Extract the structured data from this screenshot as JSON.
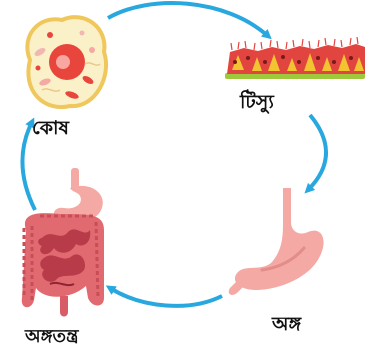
{
  "labels": {
    "cell": "কোষ",
    "tissue": "টিস্যু",
    "organ": "অঙ্গ",
    "organ_system": "অঙ্গতন্ত্র"
  },
  "colors": {
    "arrow": "#29a8df",
    "cell_membrane": "#f3d27a",
    "nucleus": "#e8453c",
    "tissue_red": "#e2453f",
    "tissue_yellow": "#f3c431",
    "tissue_base": "#9ec93c",
    "stomach": "#f4a9a5",
    "intestine": "#d95b66"
  },
  "icons": [
    "animal-cell-icon",
    "tissue-icon",
    "stomach-icon",
    "digestive-system-icon"
  ]
}
